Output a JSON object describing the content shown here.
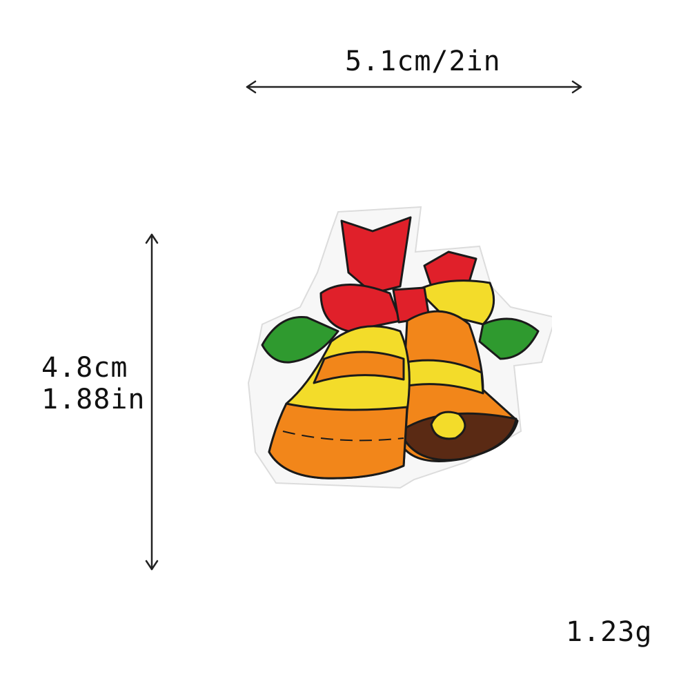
{
  "dimensions": {
    "width_text": "5.1cm/2in",
    "height_text_cm": "4.8cm",
    "height_text_in": "1.88in",
    "weight_text": "1.23g"
  },
  "product": {
    "icon": "christmas-bells-patch-icon"
  },
  "colors": {
    "arrow": "#222222",
    "bell_yellow": "#f3dc2a",
    "bell_orange": "#f2861a",
    "bow_red": "#e0202a",
    "leaf_green": "#2f9a2f",
    "bell_mouth": "#5a2a14",
    "outline": "#1a1a1a"
  }
}
